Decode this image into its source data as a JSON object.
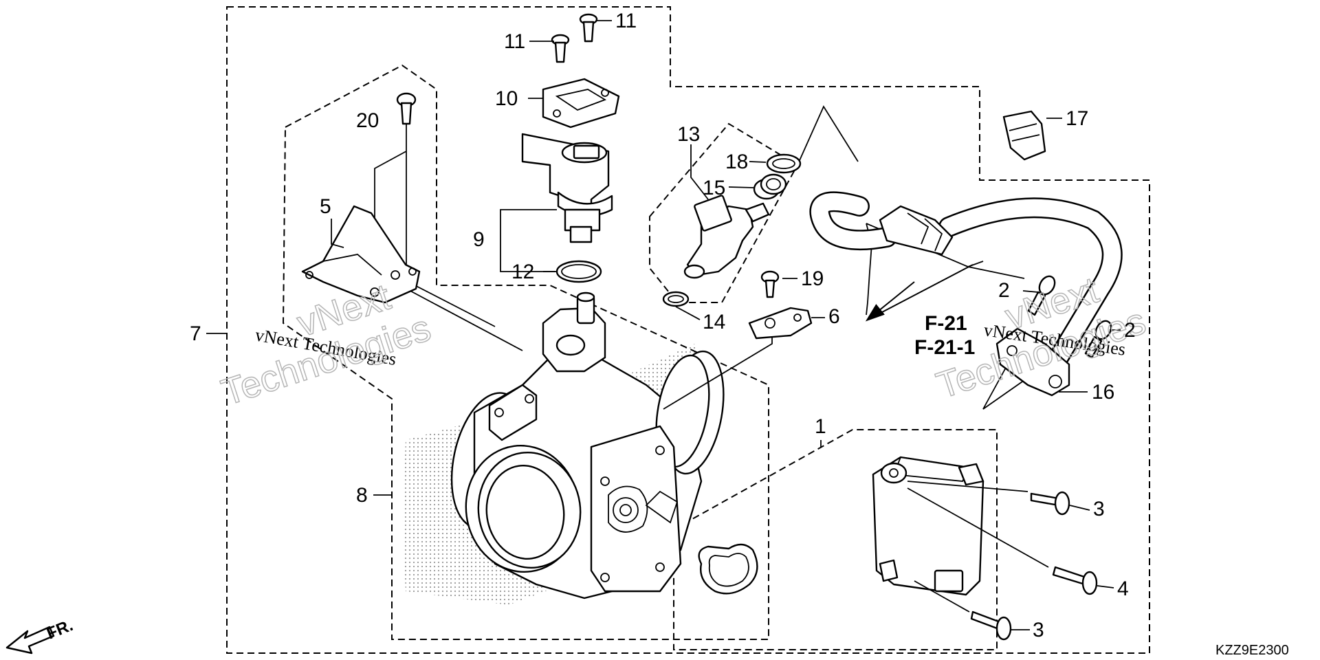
{
  "callouts": {
    "c1": "1",
    "c2a": "2",
    "c2b": "2",
    "c3a": "3",
    "c3b": "3",
    "c4": "4",
    "c5": "5",
    "c6": "6",
    "c7": "7",
    "c8": "8",
    "c9": "9",
    "c10": "10",
    "c11a": "11",
    "c11b": "11",
    "c12": "12",
    "c13": "13",
    "c14": "14",
    "c15": "15",
    "c16": "16",
    "c17": "17",
    "c18": "18",
    "c19": "19",
    "c20": "20"
  },
  "references": {
    "ref1": "F-21",
    "ref2": "F-21-1"
  },
  "front_label": "FR.",
  "diagram_code": "KZZ9E2300",
  "watermark": {
    "line": "vNext Technologies",
    "word1": "vNext",
    "word2": "Technologies"
  }
}
